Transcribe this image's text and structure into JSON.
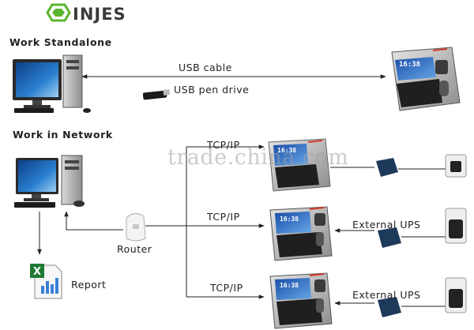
{
  "brand": {
    "name": "INJES"
  },
  "standalone": {
    "heading": "Work Standalone",
    "cable_label": "USB cable",
    "drive_label": "USB pen drive"
  },
  "network": {
    "heading": "Work in Network",
    "router_label": "Router",
    "report_label": "Report",
    "links": [
      {
        "label": "TCP/IP",
        "ups_label": ""
      },
      {
        "label": "TCP/IP",
        "ups_label": "External UPS"
      },
      {
        "label": "TCP/IP",
        "ups_label": "External UPS"
      }
    ]
  },
  "device_screen_text": "16:38",
  "watermark": "trade.china.com",
  "colors": {
    "brand_green": "#5cb531",
    "accent_red": "#d23a2a",
    "ups_blue": "#1e3a5a"
  }
}
